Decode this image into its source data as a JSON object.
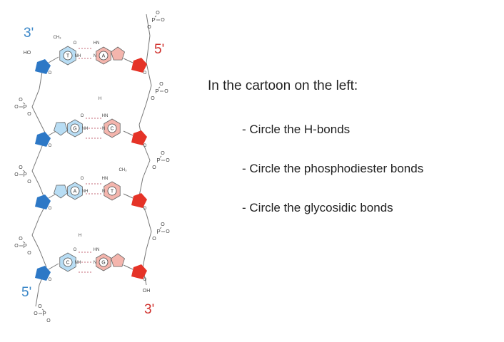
{
  "diagram": {
    "labels": {
      "top_left": "3'",
      "top_right": "5'",
      "bottom_left": "5'",
      "bottom_right": "3'"
    },
    "base_pairs": [
      {
        "left": "T",
        "right": "A"
      },
      {
        "left": "G",
        "right": "C"
      },
      {
        "left": "A",
        "right": "T"
      },
      {
        "left": "C",
        "right": "G"
      }
    ],
    "chem": {
      "ho": "HO",
      "oh": "OH",
      "ch3": "CH₃",
      "o": "O",
      "nh": "NH",
      "hn": "HN",
      "h": "H",
      "n": "N",
      "p": "P"
    },
    "colors": {
      "purine_pink": "#f4b5ad",
      "pyrimidine_blue": "#b8ddf4",
      "left_sugar": "#2d78c6",
      "right_sugar": "#e53327",
      "bond": "#777777",
      "hbond": "#c46b7a"
    }
  },
  "instructions": {
    "title": "In the cartoon on the left:",
    "tasks": [
      "- Circle the H-bonds",
      "- Circle the phosphodiester bonds",
      "- Circle the glycosidic bonds"
    ]
  }
}
